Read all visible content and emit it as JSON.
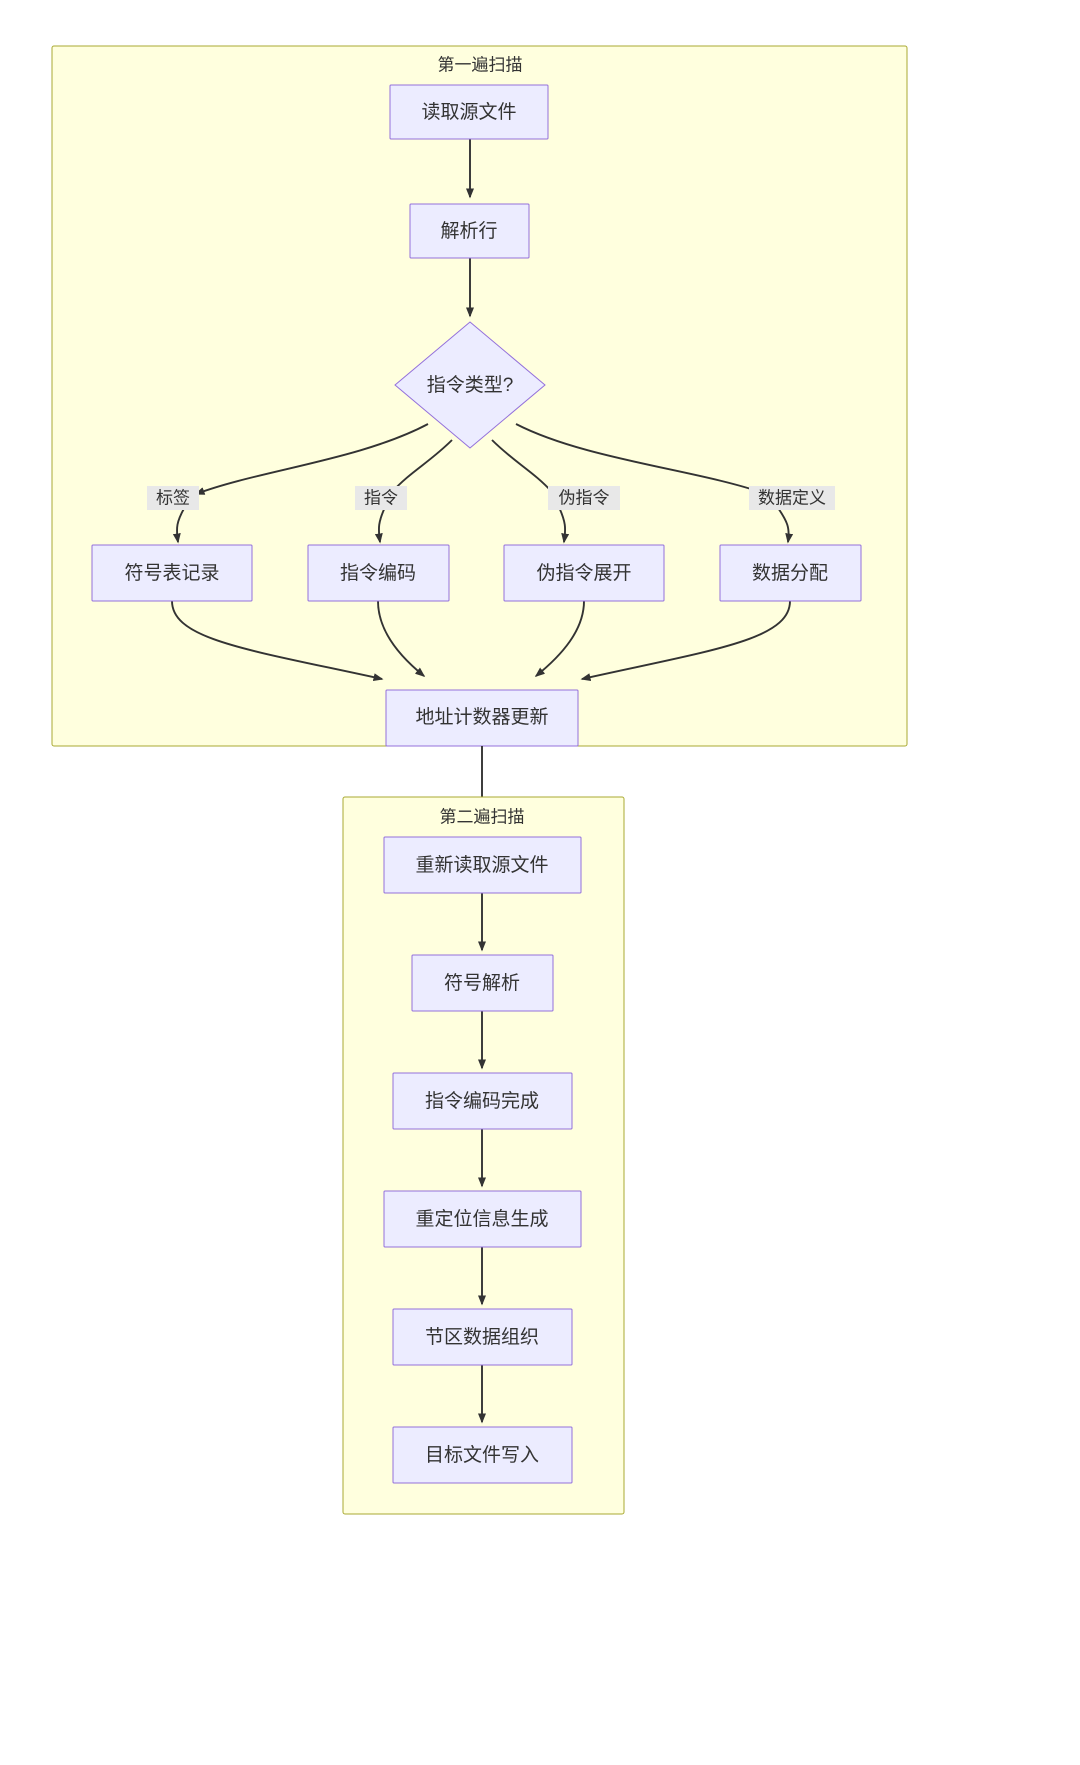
{
  "diagram": {
    "type": "flowchart",
    "direction": "top-down",
    "theme": {
      "cluster_fill": "#ffffde",
      "cluster_stroke": "#aaaa33",
      "node_fill": "#ececff",
      "node_stroke": "#9370db",
      "edge_stroke": "#333333",
      "edge_label_fill": "#e8e8e8",
      "text_color": "#333333",
      "page_background": "#ffffff"
    },
    "clusters": [
      {
        "id": "pass1",
        "title": "第一遍扫描"
      },
      {
        "id": "pass2",
        "title": "第二遍扫描"
      }
    ],
    "nodes": [
      {
        "id": "read_src",
        "label": "读取源文件",
        "shape": "rect",
        "cluster": "pass1"
      },
      {
        "id": "parse_line",
        "label": "解析行",
        "shape": "rect",
        "cluster": "pass1"
      },
      {
        "id": "instr_type",
        "label": "指令类型?",
        "shape": "diamond",
        "cluster": "pass1"
      },
      {
        "id": "symtab",
        "label": "符号表记录",
        "shape": "rect",
        "cluster": "pass1"
      },
      {
        "id": "instr_enc",
        "label": "指令编码",
        "shape": "rect",
        "cluster": "pass1"
      },
      {
        "id": "pseudo_exp",
        "label": "伪指令展开",
        "shape": "rect",
        "cluster": "pass1"
      },
      {
        "id": "data_alloc",
        "label": "数据分配",
        "shape": "rect",
        "cluster": "pass1"
      },
      {
        "id": "addr_update",
        "label": "地址计数器更新",
        "shape": "rect",
        "cluster": "pass1"
      },
      {
        "id": "reread_src",
        "label": "重新读取源文件",
        "shape": "rect",
        "cluster": "pass2"
      },
      {
        "id": "sym_resolve",
        "label": "符号解析",
        "shape": "rect",
        "cluster": "pass2"
      },
      {
        "id": "enc_done",
        "label": "指令编码完成",
        "shape": "rect",
        "cluster": "pass2"
      },
      {
        "id": "reloc_gen",
        "label": "重定位信息生成",
        "shape": "rect",
        "cluster": "pass2"
      },
      {
        "id": "section_org",
        "label": "节区数据组织",
        "shape": "rect",
        "cluster": "pass2"
      },
      {
        "id": "obj_write",
        "label": "目标文件写入",
        "shape": "rect",
        "cluster": "pass2"
      }
    ],
    "edges": [
      {
        "from": "read_src",
        "to": "parse_line",
        "label": ""
      },
      {
        "from": "parse_line",
        "to": "instr_type",
        "label": ""
      },
      {
        "from": "instr_type",
        "to": "symtab",
        "label": "标签"
      },
      {
        "from": "instr_type",
        "to": "instr_enc",
        "label": "指令"
      },
      {
        "from": "instr_type",
        "to": "pseudo_exp",
        "label": "伪指令"
      },
      {
        "from": "instr_type",
        "to": "data_alloc",
        "label": "数据定义"
      },
      {
        "from": "symtab",
        "to": "addr_update",
        "label": ""
      },
      {
        "from": "instr_enc",
        "to": "addr_update",
        "label": ""
      },
      {
        "from": "pseudo_exp",
        "to": "addr_update",
        "label": ""
      },
      {
        "from": "data_alloc",
        "to": "addr_update",
        "label": ""
      },
      {
        "from": "addr_update",
        "to": "reread_src",
        "label": ""
      },
      {
        "from": "reread_src",
        "to": "sym_resolve",
        "label": ""
      },
      {
        "from": "sym_resolve",
        "to": "enc_done",
        "label": ""
      },
      {
        "from": "enc_done",
        "to": "reloc_gen",
        "label": ""
      },
      {
        "from": "reloc_gen",
        "to": "section_org",
        "label": ""
      },
      {
        "from": "section_org",
        "to": "obj_write",
        "label": ""
      }
    ]
  }
}
